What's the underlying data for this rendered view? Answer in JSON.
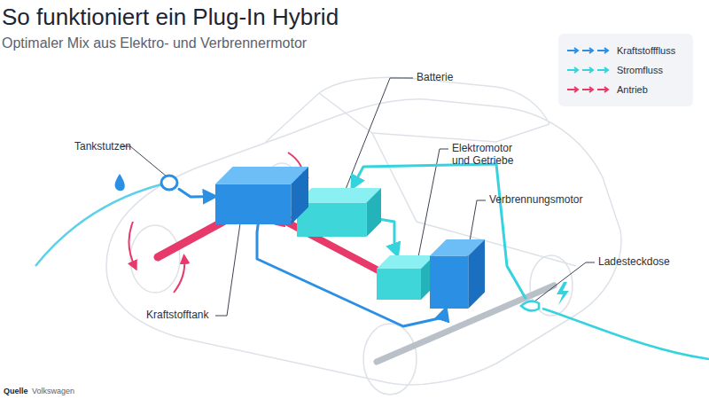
{
  "diagram": {
    "title": "So funktioniert ein Plug-In Hybrid",
    "nodes": [
      {
        "text": [
          "Batterie"
        ]
      },
      {
        "text": [
          "Tankstutzen"
        ]
      },
      {
        "text": [
          "Elektromotor und Getriebe"
        ]
      },
      {
        "text": [
          "Verbrennungsmotor"
        ]
      },
      {
        "text": [
          "Ladesteckdose"
        ]
      },
      {
        "text": [
          "Kraftstofftank"
        ]
      }
    ],
    "edges": [
      {
        "from": 1,
        "to": 5,
        "arrow": "to"
      },
      {
        "from": 5,
        "to": 3,
        "arrow": "to"
      },
      {
        "from": 4,
        "to": 0,
        "arrow": "to"
      },
      {
        "from": 0,
        "to": 2,
        "arrow": "to"
      }
    ],
    "labels": [
      "Optimaler Mix aus Elektro- und Verbrennermotor",
      "Quelle",
      "Volkswagen"
    ],
    "legend": [
      {
        "text": "Kraftstofffluss",
        "color": "#2b8fe3"
      },
      {
        "text": "Stromfluss",
        "color": "#35d3de"
      },
      {
        "text": "Antrieb",
        "color": "#e8396b"
      }
    ]
  }
}
